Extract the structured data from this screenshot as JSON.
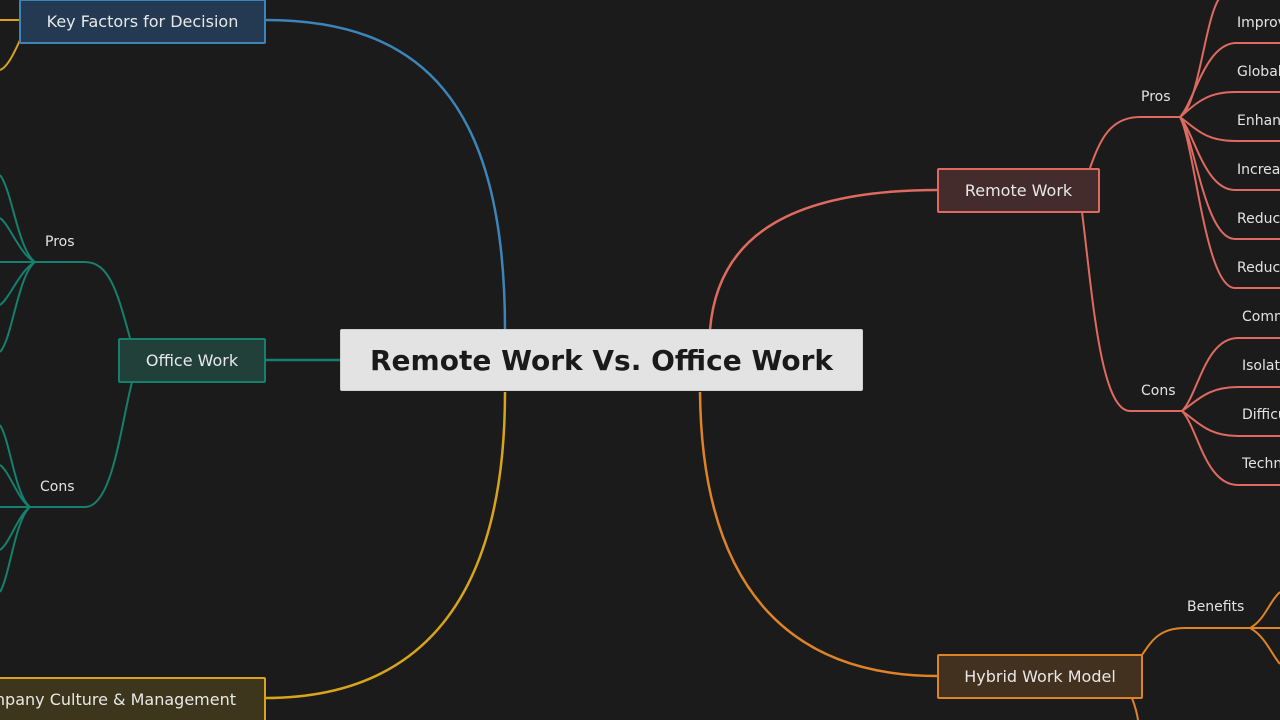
{
  "central": {
    "title": "Remote Work Vs. Office Work"
  },
  "branches": {
    "key_factors": {
      "label": "Key Factors for Decision"
    },
    "office_work": {
      "label": "Office Work",
      "pros_label": "Pros",
      "cons_label": "Cons"
    },
    "company_culture": {
      "label": "mpany Culture & Management"
    },
    "remote_work": {
      "label": "Remote Work",
      "pros_label": "Pros",
      "pros": [
        "Improv",
        "Global",
        "Enhan",
        "Increa",
        "Reduc",
        "Reduc"
      ],
      "cons_label": "Cons",
      "cons": [
        "Comm",
        "Isolat",
        "Difficu",
        "Techn"
      ]
    },
    "hybrid": {
      "label": "Hybrid Work Model",
      "benefits_label": "Benefits"
    }
  },
  "colors": {
    "background": "#1b1b1b",
    "blue": "#3d84b8",
    "teal": "#15806e",
    "yellow": "#d7a41b",
    "red": "#de6a60",
    "orange": "#de8426"
  }
}
